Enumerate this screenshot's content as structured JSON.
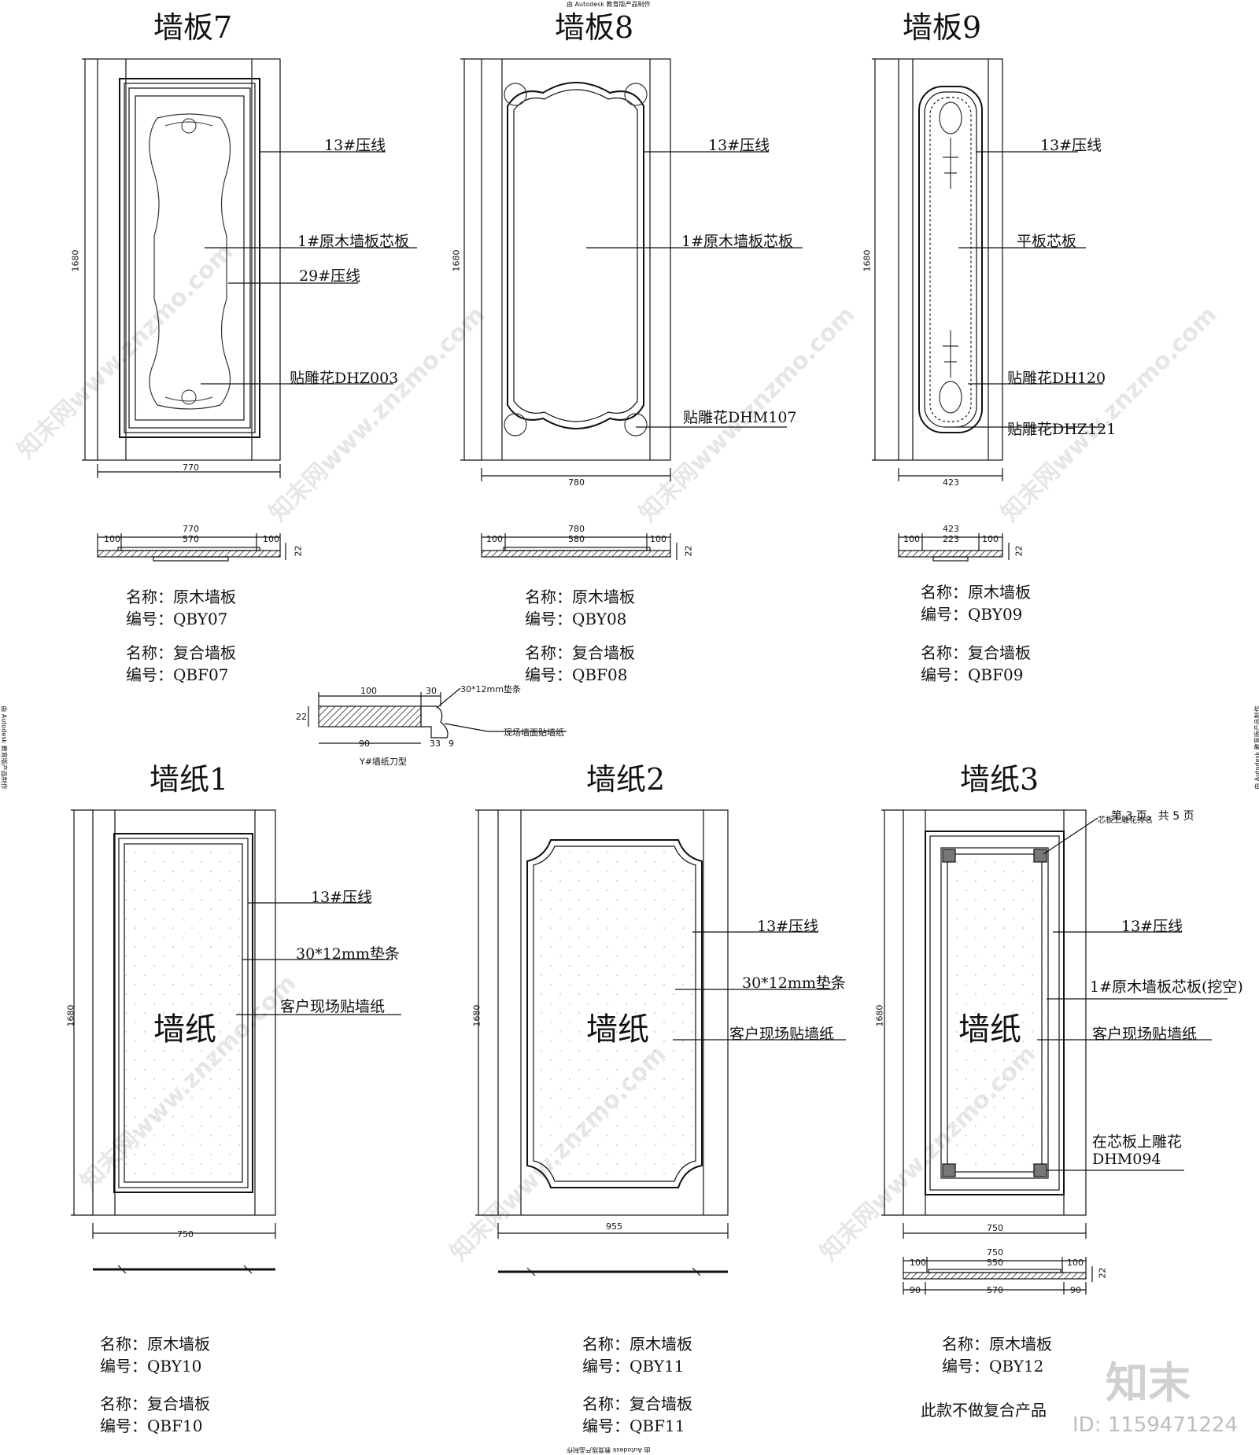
{
  "sheet": {
    "autodesk_top": "由 Autodesk 教育版产品制作",
    "autodesk_side": "由 Autodesk 教育版产品制作",
    "page_indicator": "第 3 页，共 5 页",
    "watermark": "知末网www.znzmo.com",
    "logo_text": "知末",
    "id_text": "ID: 1159471224"
  },
  "panels": {
    "p7": {
      "title": "墙板7",
      "labels": [
        "13#压线",
        "1#原木墙板芯板",
        "29#压线",
        "贴雕花DHZ003"
      ],
      "height_dim": "1680",
      "width_dim": "770",
      "sec_total": "770",
      "sec_left": "100",
      "sec_mid": "570",
      "sec_right": "100",
      "sec_thick": "22",
      "name1": "名称：原木墙板",
      "code1": "编号：QBY07",
      "name2": "名称：复合墙板",
      "code2": "编号：QBF07"
    },
    "p8": {
      "title": "墙板8",
      "labels": [
        "13#压线",
        "1#原木墙板芯板",
        "贴雕花DHM107"
      ],
      "height_dim": "1680",
      "width_dim": "780",
      "sec_total": "780",
      "sec_left": "100",
      "sec_mid": "580",
      "sec_right": "100",
      "sec_thick": "22",
      "name1": "名称：原木墙板",
      "code1": "编号：QBY08",
      "name2": "名称：复合墙板",
      "code2": "编号：QBF08"
    },
    "p9": {
      "title": "墙板9",
      "labels": [
        "13#压线",
        "平板芯板",
        "贴雕花DH120",
        "贴雕花DHZ121"
      ],
      "height_dim": "1680",
      "width_dim": "423",
      "sec_total": "423",
      "sec_left": "100",
      "sec_mid": "223",
      "sec_right": "100",
      "sec_thick": "22",
      "name1": "名称：原木墙板",
      "code1": "编号：QBY09",
      "name2": "名称：复合墙板",
      "code2": "编号：QBF09"
    },
    "w1": {
      "title": "墙纸1",
      "center": "墙纸",
      "labels": [
        "13#压线",
        "30*12mm垫条",
        "客户现场贴墙纸"
      ],
      "height_dim": "1680",
      "width_dim": "750",
      "name1": "名称：原木墙板",
      "code1": "编号：QBY10",
      "name2": "名称：复合墙板",
      "code2": "编号：QBF10"
    },
    "w2": {
      "title": "墙纸2",
      "center": "墙纸",
      "labels": [
        "13#压线",
        "30*12mm垫条",
        "客户现场贴墙纸"
      ],
      "height_dim": "1680",
      "width_dim": "955",
      "name1": "名称：原木墙板",
      "code1": "编号：QBY11",
      "name2": "名称：复合墙板",
      "code2": "编号：QBF11"
    },
    "w3": {
      "title": "墙纸3",
      "center": "墙纸",
      "labels": [
        "芯板上雕花排名",
        "13#压线",
        "1#原木墙板芯板(挖空)",
        "客户现场贴墙纸",
        "在芯板上雕花",
        "DHM094"
      ],
      "height_dim": "1680",
      "width_dim": "750",
      "sec_total": "750",
      "sec_left": "100",
      "sec_mid": "550",
      "sec_right": "100",
      "sec_bl": "90",
      "sec_bm": "570",
      "sec_br": "90",
      "sec_thick": "22",
      "name1": "名称：原木墙板",
      "code1": "编号：QBY12",
      "note": "此款不做复合产品"
    }
  },
  "detail": {
    "d100": "100",
    "d30": "30",
    "strip": "30*12mm垫条",
    "d22": "22",
    "d90": "90",
    "d33": "33",
    "d9": "9",
    "note": "现场墙面贴墙纸",
    "caption": "Y#墙纸刀型"
  }
}
